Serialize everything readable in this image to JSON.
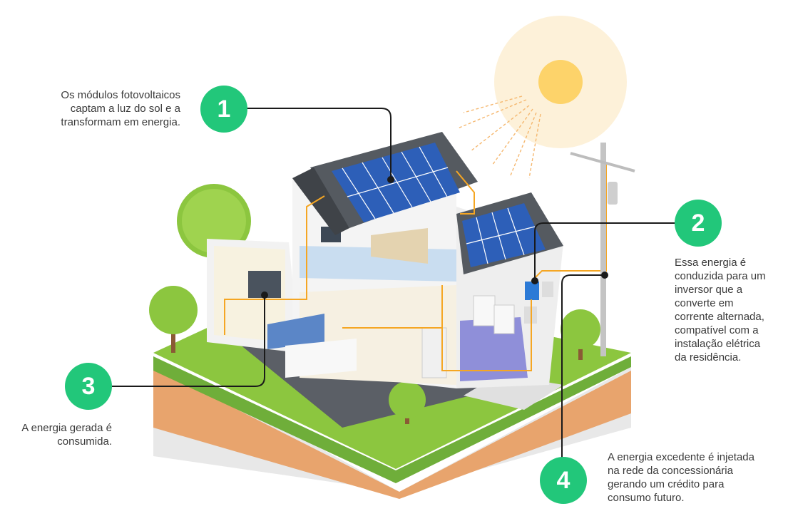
{
  "colors": {
    "accent": "#22c77a",
    "wire": "#f5a623",
    "sun": "#fdd36a",
    "sun_halo": "#fdeecf",
    "panel": "#2d5fb8",
    "roof": "#555a60",
    "grass": "#8cc63f",
    "soil": "#e8a46d"
  },
  "steps": [
    {
      "number": "1",
      "lines": [
        "Os módulos fotovoltaicos",
        "captam a luz do sol e a",
        "transformam em energia."
      ]
    },
    {
      "number": "2",
      "lines": [
        "Essa energia é",
        "conduzida para um",
        "inversor que a",
        "converte em",
        "corrente alternada,",
        "compatível com a",
        "instalação elétrica",
        "da residência."
      ]
    },
    {
      "number": "3",
      "lines": [
        "A energia gerada é",
        "consumida."
      ]
    },
    {
      "number": "4",
      "lines": [
        "A energia excedente é injetada",
        "na rede da concessionária",
        "gerando um crédito para",
        "consumo futuro."
      ]
    }
  ]
}
